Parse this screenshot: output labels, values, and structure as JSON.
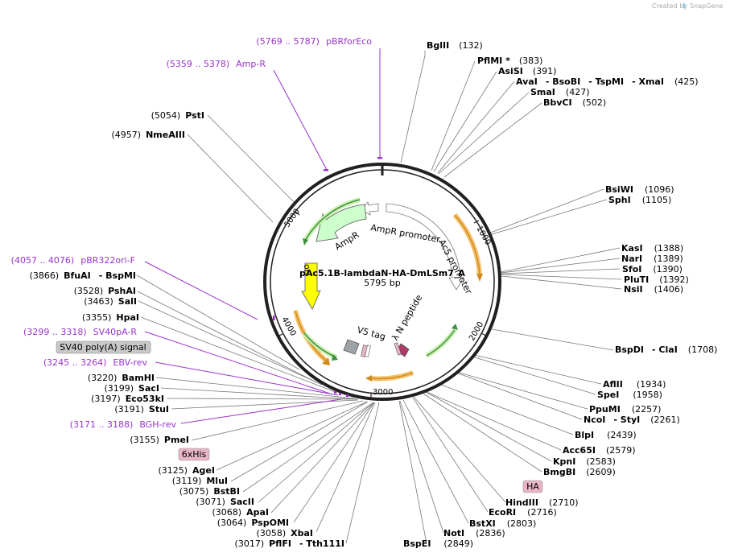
{
  "credit": {
    "prefix": "Created by",
    "brand": "SnapGene"
  },
  "plasmid": {
    "name": "pAc5.1B-lambdaN-HA-DmLSm7_A",
    "size": "5795 bp"
  },
  "ticks": [
    "1000",
    "2000",
    "3000",
    "4000",
    "5000"
  ],
  "features": {
    "ampr": "AmpR",
    "ampr_promoter": "AmpR promoter",
    "ac5_promoter": "Ac5 promoter",
    "ori": "ori",
    "v5_tag": "V5 tag",
    "lambda_n": "λ N peptide"
  },
  "tags": {
    "sv40": "SV40 poly(A) signal",
    "his": "6xHis",
    "ha": "HA"
  },
  "sites": {
    "bglii": {
      "name": "BglII",
      "pos": "(132)"
    },
    "pflmi": {
      "name": "PflMI *",
      "pos": "(383)"
    },
    "asisi": {
      "name": "AsiSI",
      "pos": "(391)"
    },
    "avai": {
      "names": [
        "AvaI",
        "- BsoBI",
        "- TspMI",
        "- XmaI"
      ],
      "pos": "(425)"
    },
    "smai": {
      "name": "SmaI",
      "pos": "(427)"
    },
    "bbvci": {
      "name": "BbvCI",
      "pos": "(502)"
    },
    "bsiwi": {
      "name": "BsiWI",
      "pos": "(1096)"
    },
    "sphi": {
      "name": "SphI",
      "pos": "(1105)"
    },
    "kasi": {
      "name": "KasI",
      "pos": "(1388)"
    },
    "nari": {
      "name": "NarI",
      "pos": "(1389)"
    },
    "sfoi": {
      "name": "SfoI",
      "pos": "(1390)"
    },
    "pluti": {
      "name": "PluTI",
      "pos": "(1392)"
    },
    "nsii": {
      "name": "NsiI",
      "pos": "(1406)"
    },
    "bspdi": {
      "names": [
        "BspDI",
        "- ClaI"
      ],
      "pos": "(1708)"
    },
    "aflii": {
      "name": "AflII",
      "pos": "(1934)"
    },
    "spei": {
      "name": "SpeI",
      "pos": "(1958)"
    },
    "ppumi": {
      "name": "PpuMI",
      "pos": "(2257)"
    },
    "ncoi": {
      "names": [
        "NcoI",
        "- StyI"
      ],
      "pos": "(2261)"
    },
    "blpi": {
      "name": "BlpI",
      "pos": "(2439)"
    },
    "acc65i": {
      "name": "Acc65I",
      "pos": "(2579)"
    },
    "kpni": {
      "name": "KpnI",
      "pos": "(2583)"
    },
    "bmgbi": {
      "name": "BmgBI",
      "pos": "(2609)"
    },
    "hindiii": {
      "name": "HindIII",
      "pos": "(2710)"
    },
    "ecori": {
      "name": "EcoRI",
      "pos": "(2716)"
    },
    "bstxi": {
      "name": "BstXI",
      "pos": "(2803)"
    },
    "noti": {
      "name": "NotI",
      "pos": "(2836)"
    },
    "bspei": {
      "name": "BspEI",
      "pos": "(2849)"
    },
    "pflfi": {
      "names": [
        "PflFI",
        "- Tth111I"
      ],
      "pos": "(3017)"
    },
    "xbai": {
      "name": "XbaI",
      "pos": "(3058)"
    },
    "pspomi": {
      "name": "PspOMI",
      "pos": "(3064)"
    },
    "apai": {
      "name": "ApaI",
      "pos": "(3068)"
    },
    "sacii": {
      "name": "SacII",
      "pos": "(3071)"
    },
    "bstbi": {
      "name": "BstBI",
      "pos": "(3075)"
    },
    "mlui": {
      "name": "MluI",
      "pos": "(3119)"
    },
    "agei": {
      "name": "AgeI",
      "pos": "(3125)"
    },
    "pmei": {
      "name": "PmeI",
      "pos": "(3155)"
    },
    "stui": {
      "name": "StuI",
      "pos": "(3191)"
    },
    "eco53ki": {
      "name": "Eco53kI",
      "pos": "(3197)"
    },
    "saci": {
      "name": "SacI",
      "pos": "(3199)"
    },
    "bamhi": {
      "name": "BamHI",
      "pos": "(3220)"
    },
    "hpai": {
      "name": "HpaI",
      "pos": "(3355)"
    },
    "sali": {
      "name": "SalI",
      "pos": "(3463)"
    },
    "pshai": {
      "name": "PshAI",
      "pos": "(3528)"
    },
    "bfuai": {
      "names": [
        "BfuAI",
        "- BspMI"
      ],
      "pos": "(3866)"
    },
    "nmeaiii": {
      "name": "NmeAIII",
      "pos": "(4957)"
    },
    "psti": {
      "name": "PstI",
      "pos": "(5054)"
    }
  },
  "primers": {
    "pbrforeco": {
      "pos": "(5769 .. 5787)",
      "name": "pBRforEco"
    },
    "ampr": {
      "pos": "(5359 .. 5378)",
      "name": "Amp-R"
    },
    "pbr322ori": {
      "pos": "(4057 .. 4076)",
      "name": "pBR322ori-F"
    },
    "sv40pa": {
      "pos": "(3299 .. 3318)",
      "name": "SV40pA-R"
    },
    "ebv": {
      "pos": "(3245 .. 3264)",
      "name": "EBV-rev"
    },
    "bgh": {
      "pos": "(3171 .. 3188)",
      "name": "BGH-rev"
    }
  },
  "colors": {
    "backbone": "#231f20",
    "primer": "#9933cc",
    "ampr": "#ccffcc",
    "ori": "#ffff00",
    "orf_highlight": "#f5c26b",
    "orf_arrow": "#d08a1e",
    "green_arrow": "#4caf50",
    "v5": "#9ea3a8",
    "lambda": "#b03a6a",
    "tag_fill": "#e8b4c8",
    "sv40_fill": "#c8c8c8"
  }
}
